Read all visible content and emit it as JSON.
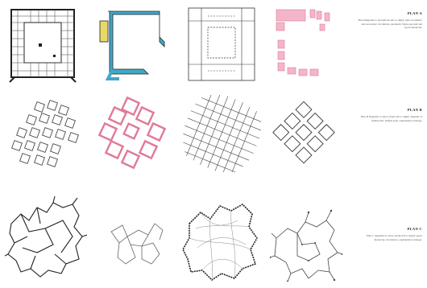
{
  "rows": [
    {
      "title": "PLAN A",
      "caption": "Plan Diagrams to show(from left to right): plan of primary and secondary circulation, geometric figure-ground and space hierarchy."
    },
    {
      "title": "PLAN B",
      "caption": "Plan B diagrams to show (from left to right): diagram of multiscalar, shifted grid, organisation strategy."
    },
    {
      "title": "PLAN C",
      "caption": "Plan C diagrams to show (from left to right): space hierarchy, circulation, organisation strategy."
    }
  ],
  "colors": {
    "ink": "#222222",
    "cyan": "#3fa9c9",
    "yellow": "#e8d86a",
    "pink": "#e07a98",
    "pink_fill": "#f3b6c8",
    "grey": "#888888"
  }
}
